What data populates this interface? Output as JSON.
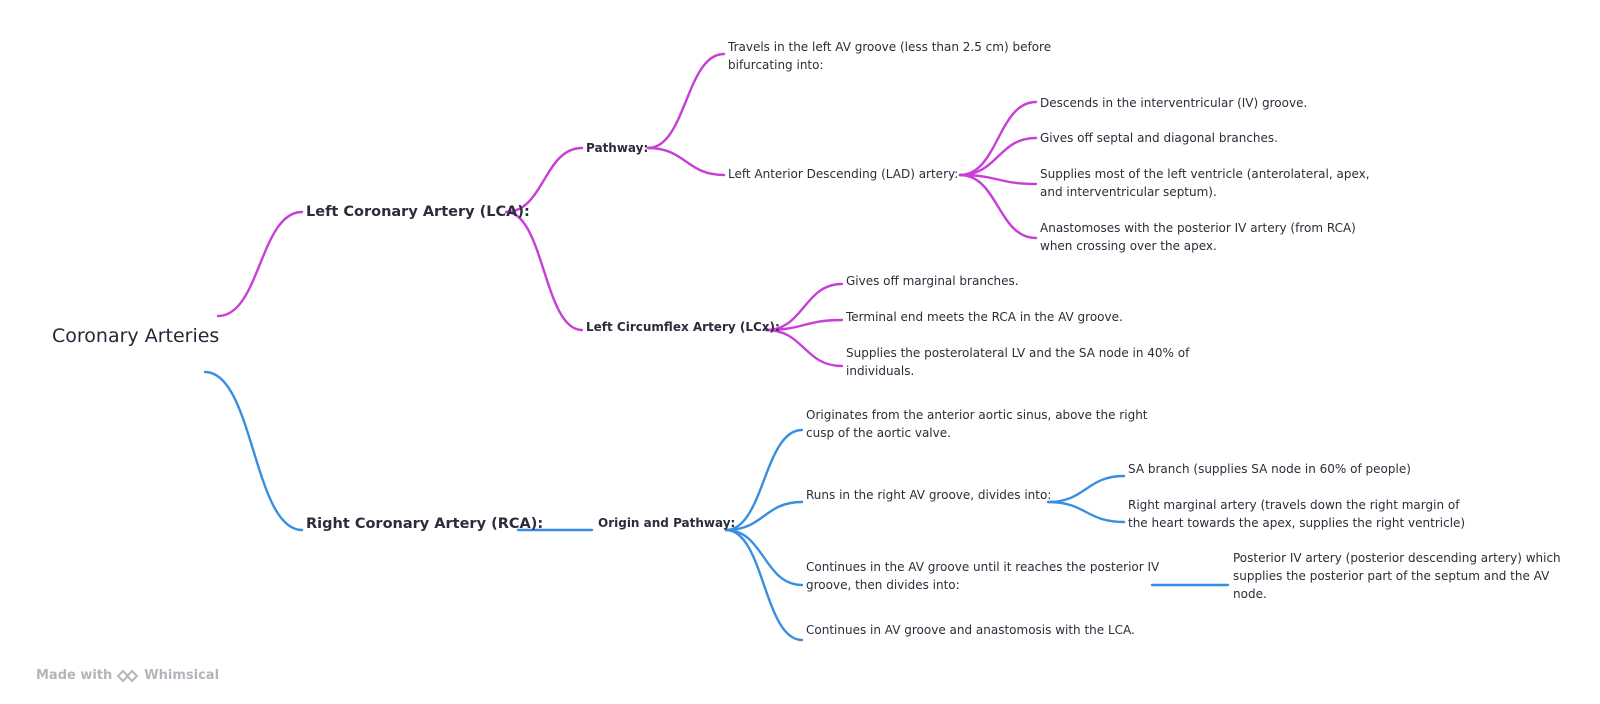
{
  "root": {
    "label": "Coronary Arteries"
  },
  "lca": {
    "label": "Left Coronary Artery (LCA):",
    "pathway": {
      "label": "Pathway:",
      "travels": [
        "Travels in the left AV groove (less than 2.5 cm) before",
        "bifurcating into:"
      ],
      "lad": {
        "label": "Left Anterior Descending (LAD) artery:",
        "items": [
          [
            "Descends in the interventricular (IV) groove."
          ],
          [
            "Gives off septal and diagonal branches."
          ],
          [
            "Supplies most of the left ventricle (anterolateral, apex,",
            "and interventricular septum)."
          ],
          [
            "Anastomoses with the posterior IV artery (from RCA)",
            "when crossing over the apex."
          ]
        ]
      }
    },
    "lcx": {
      "label": "Left Circumflex Artery (LCx):",
      "items": [
        [
          "Gives off marginal branches."
        ],
        [
          "Terminal end meets the RCA in the AV groove."
        ],
        [
          "Supplies the posterolateral LV and the SA node in 40% of",
          "individuals."
        ]
      ]
    }
  },
  "rca": {
    "label": "Right Coronary Artery (RCA):",
    "origin": {
      "label": "Origin and Pathway:",
      "items": [
        [
          "Originates from the anterior aortic sinus, above the right",
          "cusp of the aortic valve."
        ],
        [
          "Runs in the right AV groove, divides into:"
        ],
        [
          "Continues in the AV groove until it reaches the posterior IV",
          "groove, then divides into:"
        ],
        [
          "Continues in AV groove and anastomosis with the LCA."
        ]
      ],
      "runs_children": [
        [
          "SA branch (supplies SA node in 60% of people)"
        ],
        [
          "Right marginal artery (travels down the right margin of",
          "the heart towards the apex, supplies the right ventricle)"
        ]
      ],
      "continues_child": [
        "Posterior IV artery (posterior descending artery) which",
        "supplies the posterior part of the septum and the AV",
        "node."
      ]
    }
  },
  "colors": {
    "lca_branch": "#c73fd6",
    "rca_branch": "#3a8ee0"
  },
  "watermark": {
    "made_with": "Made with",
    "brand": "Whimsical"
  }
}
